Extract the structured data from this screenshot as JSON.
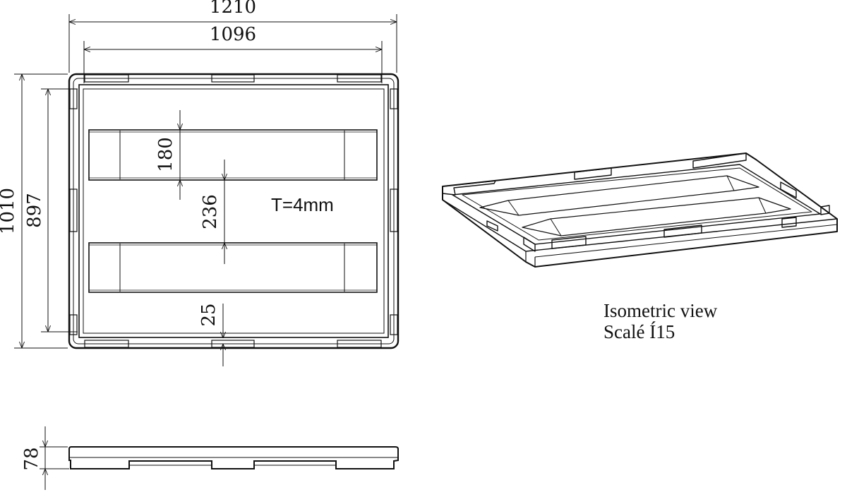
{
  "dimensions": {
    "overall_width": "1210",
    "inner_width": "1096",
    "overall_depth": "1010",
    "inner_depth": "897",
    "strip_width": "180",
    "strip_gap": "236",
    "bottom_gap": "25",
    "height": "78"
  },
  "annotation": {
    "thickness": "T=4mm"
  },
  "isometric": {
    "title": "Isometric view",
    "scale": "Scalé Í15"
  }
}
